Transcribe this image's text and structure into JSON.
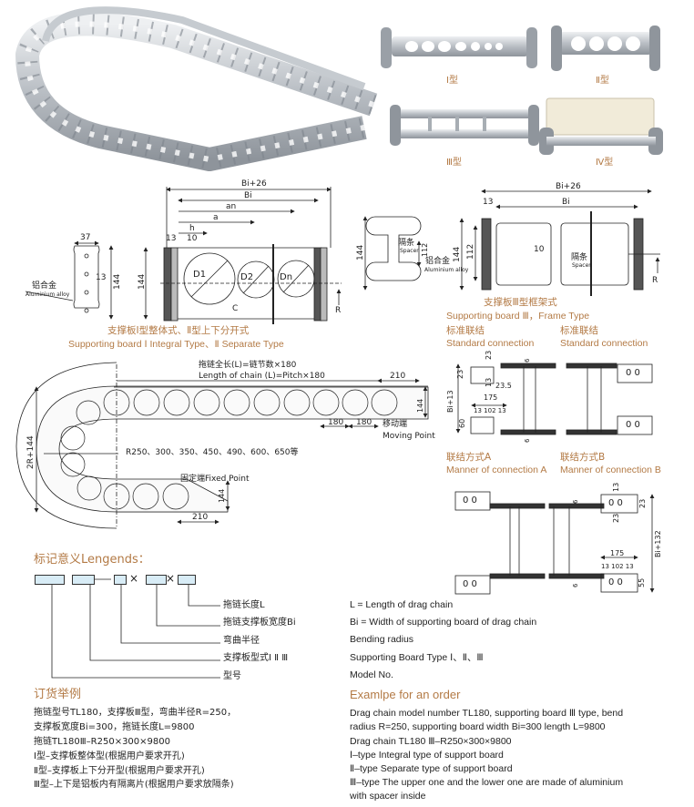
{
  "photos": {
    "labels": [
      "Ⅰ型",
      "Ⅱ型",
      "Ⅲ型",
      "Ⅳ型"
    ]
  },
  "board12": {
    "side": {
      "w": "37",
      "t": "13",
      "h": "144",
      "mat_cn": "铝合金",
      "mat_en": "Aluminium alloy"
    },
    "front": {
      "bi26": "Bi+26",
      "bi": "Bi",
      "an": "an",
      "a": "a",
      "h": "h",
      "d13": "13",
      "d10": "10",
      "h144": "144",
      "d1": "D1",
      "d2": "D2",
      "dn": "Dn",
      "c": "C",
      "r": "R"
    },
    "caption_cn": "支撑板Ⅰ型整体式、Ⅱ型上下分开式",
    "caption_en": "Supporting board Ⅰ Integral Type、Ⅱ Separate Type"
  },
  "board3": {
    "side": {
      "h": "144",
      "spacer_cn": "隔条",
      "spacer_en": "Spacer",
      "d112": "112",
      "mat_cn": "铝合金",
      "mat_en": "Aluminium alloy"
    },
    "front": {
      "bi26": "Bi+26",
      "d13": "13",
      "bi": "Bi",
      "h144": "144",
      "d112": "112",
      "d10": "10",
      "spacer_cn": "隔条",
      "spacer_en": "Spacer",
      "r": "R"
    },
    "caption_cn": "支撑板Ⅲ型框架式",
    "caption_en": "Supporting board Ⅲ，Frame Type"
  },
  "std_connection": {
    "cn": "标准联结",
    "en": "Standard connection"
  },
  "chain": {
    "length_cn": "拖链全长(L)=链节数×180",
    "length_en": "Length of chain (L)=Pitch×180",
    "d210_top": "210",
    "d144_top": "144",
    "p1": "180",
    "p2": "180",
    "moving_cn": "移动端",
    "moving_en": "Moving Point",
    "height": "2R+144",
    "radius": "R250、300、350、450、490、600、650等",
    "fixed": "固定端Fixed Point",
    "d144_bottom": "144",
    "d210_bottom": "210"
  },
  "conn_std": {
    "d23a": "23",
    "d23b": "23",
    "d13": "13",
    "d235": "23.5",
    "bi13": "Bi+13",
    "d175": "175",
    "d13a": "13",
    "d102": "102",
    "d13b": "13",
    "d60": "60",
    "d6a": "6",
    "d6b": "6",
    "holes": "0  0"
  },
  "conn_a": {
    "cn": "联结方式A",
    "en": "Manner of connection A"
  },
  "conn_b": {
    "cn": "联结方式B",
    "en": "Manner of connection B",
    "d6a": "6",
    "d13": "13",
    "d23a": "23",
    "d23b": "23",
    "bi132": "Bi+132",
    "d175": "175",
    "d13a": "13",
    "d102": "102",
    "d13b": "13",
    "d55": "55",
    "d6b": "6",
    "holes": "0  0"
  },
  "legend": {
    "title": "标记意义Lengends：",
    "items_cn": [
      "拖链长度L",
      "拖链支撑板宽度Bi",
      "弯曲半径",
      "支撑板型式Ⅰ Ⅱ Ⅲ",
      "型号"
    ],
    "items_en": [
      "L = Length of drag chain",
      "Bi = Width of supporting board of drag chain",
      "Bending radius",
      "Supporting Board Type Ⅰ、Ⅱ、Ⅲ",
      "Model No."
    ]
  },
  "order": {
    "title_cn": "订货举例",
    "title_en": "Examlpe for an order",
    "lines_cn": [
      "拖链型号TL180，支撑板Ⅲ型，弯曲半径R=250，",
      "支撑板宽度Bi=300，拖链长度L=9800",
      "拖链TL180Ⅲ–R250×300×9800",
      "Ⅰ型–支撑板整体型(根据用户要求开孔)",
      "Ⅱ型–支撑板上下分开型(根据用户要求开孔)",
      "Ⅲ型–上下是铝板内有隔离片(根据用户要求放隔条)"
    ],
    "lines_en": [
      "Drag chain model number TL180, supporting board Ⅲ type, bend",
      "radius R=250, supporting board width Bi=300 length L=9800",
      "Drag chain TL180 Ⅲ–R250×300×9800",
      "Ⅰ–type Integral type of support board",
      "Ⅱ–type Separate type of support board",
      "Ⅲ–type The upper one and the lower one are made of aluminium",
      "with spacer inside"
    ]
  },
  "colors": {
    "accent": "#b37a45",
    "legend_box": "#d8ecf6"
  }
}
